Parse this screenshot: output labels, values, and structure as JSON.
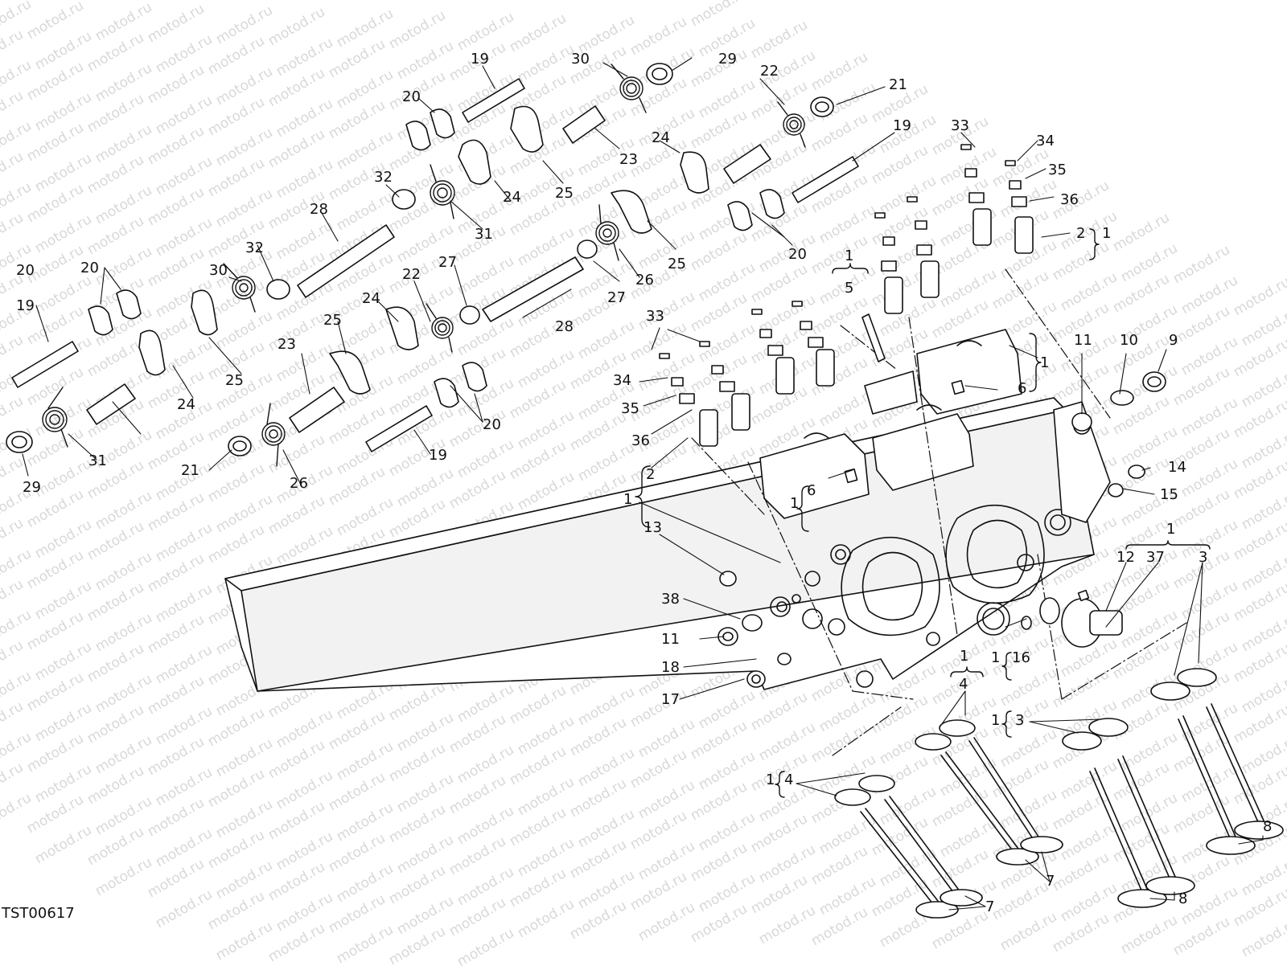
{
  "diagram": {
    "drawing_code": "TST00617",
    "watermark": "motod.ru",
    "callouts": [
      "19",
      "20",
      "30",
      "29",
      "23",
      "25",
      "24",
      "22",
      "21",
      "19",
      "33",
      "34",
      "35",
      "36",
      "2",
      "1",
      "32",
      "31",
      "28",
      "20",
      "24",
      "25",
      "20",
      "1",
      "5",
      "19",
      "20",
      "30",
      "32",
      "24",
      "25",
      "22",
      "27",
      "27",
      "26",
      "25",
      "28",
      "33",
      "34",
      "35",
      "36",
      "23",
      "24",
      "26",
      "21",
      "20",
      "19",
      "29",
      "31",
      "1",
      "6",
      "11",
      "10",
      "9",
      "14",
      "15",
      "2",
      "1",
      "13",
      "1",
      "6",
      "12",
      "37",
      "3",
      "1",
      "38",
      "11",
      "18",
      "17",
      "16",
      "1",
      "1",
      "4",
      "1",
      "3",
      "1",
      "4",
      "3",
      "7",
      "7",
      "8",
      "8"
    ]
  }
}
